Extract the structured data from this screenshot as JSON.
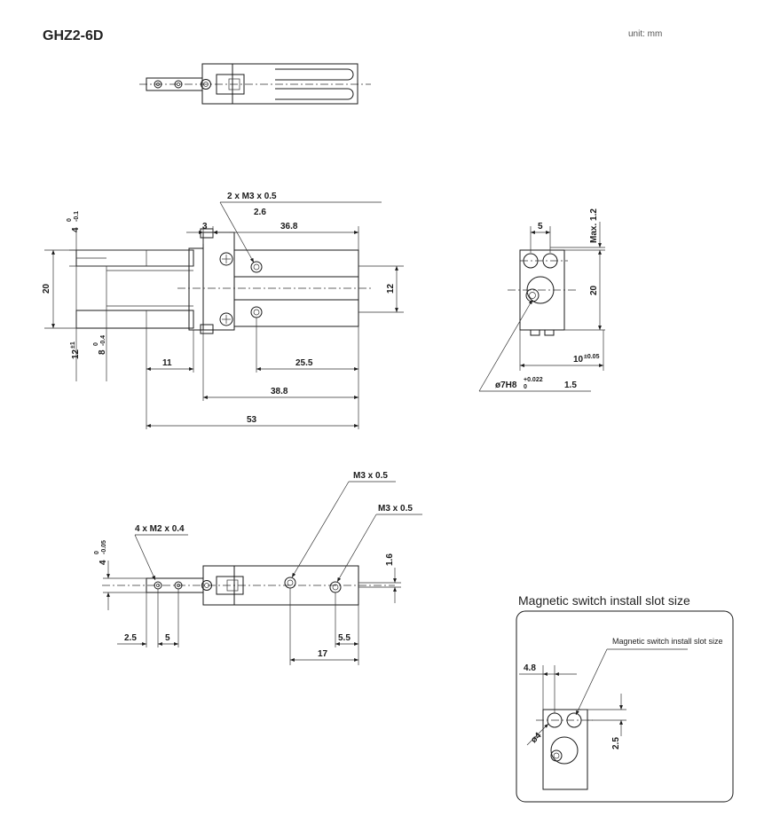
{
  "header": {
    "model": "GHZ2-6D",
    "unit": "unit:  mm"
  },
  "front_view": {
    "callout_holes": "2 x M3 x 0.5",
    "dim_2_6": "2.6",
    "dim_3": "3",
    "dim_36_8": "36.8",
    "dim_4_main": "4",
    "dim_4_upper": "0",
    "dim_4_lower": "-0.1",
    "dim_20": "20",
    "dim_12_right": "12",
    "dim_12_main": "12",
    "dim_12_tol": "±1",
    "dim_8_main": "8",
    "dim_8_upper": "0",
    "dim_8_lower": "-0.4",
    "dim_11": "11",
    "dim_25_5": "25.5",
    "dim_38_8": "38.8",
    "dim_53": "53"
  },
  "side_view": {
    "dim_5": "5",
    "dim_max": "Max. 1.2",
    "dim_20": "20",
    "dim_10_main": "10",
    "dim_10_tol": "±0.05",
    "dim_bore_main": "ø7H8",
    "dim_bore_upper": "+0.022",
    "dim_bore_lower": "0",
    "dim_1_5": "1.5"
  },
  "bottom_view": {
    "callout_m2": "4 x M2 x 0.4",
    "callout_m3_a": "M3 x 0.5",
    "callout_m3_b": "M3 x 0.5",
    "dim_4_main": "4",
    "dim_4_upper": "0",
    "dim_4_lower": "-0.05",
    "dim_1_6": "1.6",
    "dim_2_5": "2.5",
    "dim_5": "5",
    "dim_5_5": "5.5",
    "dim_17": "17"
  },
  "slot_panel": {
    "title": "Magnetic switch install slot size",
    "callout": "Magnetic switch install slot size",
    "dim_4_8": "4.8",
    "dim_dia4": "ø4",
    "dim_2_5": "2.5"
  }
}
